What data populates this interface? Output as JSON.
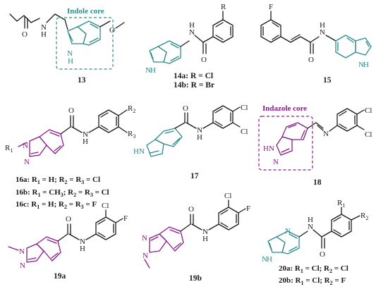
{
  "colors": {
    "indole": "#2e8b8b",
    "indazole": "#8b1a8b",
    "bond": "#1a1a1a"
  },
  "boxes": {
    "indole_core": "Indole core",
    "indazole_core": "Indazole core"
  },
  "compounds": {
    "c13": {
      "id": "13",
      "atoms": {
        "O1": "O",
        "NH": "N",
        "H": "H",
        "NH_ring": "N",
        "H_ring": "H",
        "O2": "O"
      }
    },
    "c14": {
      "id_a": "14a: R = Cl",
      "id_b": "14b: R = Br",
      "atoms": {
        "R": "R",
        "NH": "N",
        "H": "H",
        "O": "O",
        "NH_ring": "N",
        "H_ring": "H"
      }
    },
    "c15": {
      "id": "15",
      "atoms": {
        "F": "F",
        "NH": "N",
        "H": "H",
        "O": "O",
        "NH_ring": "N",
        "H_ring": "H"
      }
    },
    "c16": {
      "lines": [
        {
          "p1": "16a: R",
          "s1": "1",
          "p2": " = H; R",
          "s2": "2",
          "p3": " = R",
          "s3": "3",
          "p4": " = Cl"
        },
        {
          "p1": "16b: R",
          "s1": "1",
          "p2": " = CH",
          "s2": "3",
          "p3": "; R",
          "s3": "2",
          "p4": " = R",
          "s4": "3",
          "p5": " = Cl"
        },
        {
          "p1": "16c: R",
          "s1": "1",
          "p2": " = H; R",
          "s2": "2",
          "p3": " = R",
          "s3": "3",
          "p4": " = F"
        }
      ],
      "atoms": {
        "O": "O",
        "NH": "N",
        "H": "H",
        "R1": "R",
        "R1_sub": "1",
        "N1": "N",
        "N2": "N",
        "R2": "R",
        "R2_sub": "2",
        "R3": "R",
        "R3_sub": "3"
      }
    },
    "c17": {
      "id": "17",
      "atoms": {
        "O": "O",
        "NH": "N",
        "H": "H",
        "HN": "HN",
        "Cl1": "Cl",
        "Cl2": "Cl"
      }
    },
    "c18": {
      "id": "18",
      "atoms": {
        "N": "N",
        "HN": "HN",
        "N2": "N",
        "Cl1": "Cl",
        "Cl2": "Cl"
      }
    },
    "c19a": {
      "id": "19a",
      "atoms": {
        "O": "O",
        "NH": "N",
        "H": "H",
        "N1": "N",
        "N2": "N",
        "Cl": "Cl",
        "F": "F"
      }
    },
    "c19b": {
      "id": "19b",
      "atoms": {
        "O": "O",
        "NH": "N",
        "H": "H",
        "N1": "N",
        "N2": "N",
        "Cl": "Cl",
        "F": "F"
      }
    },
    "c20": {
      "lines": [
        {
          "p1": "20a: R",
          "s1": "1",
          "p2": " = Cl; R",
          "s2": "2",
          "p3": " = Cl"
        },
        {
          "p1": "20b: R",
          "s1": "1",
          "p2": " = Cl; R",
          "s2": "2",
          "p3": " = F"
        }
      ],
      "atoms": {
        "R1": "R",
        "R1_sub": "1",
        "R2": "R",
        "R2_sub": "2",
        "O": "O",
        "NH": "N",
        "H": "H",
        "N_pyr": "N",
        "NH_ring": "N",
        "H_ring": "H"
      }
    }
  }
}
